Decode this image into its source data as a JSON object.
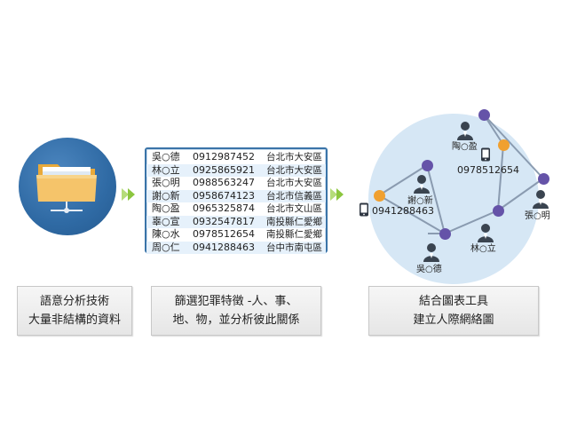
{
  "step1": {
    "line1": "語意分析技術",
    "line2": "大量非結構的資料"
  },
  "step2": {
    "line1": "篩選犯罪特徵 -人、事、",
    "line2": "地、物，並分析彼此關係"
  },
  "step3": {
    "line1": "結合圖表工具",
    "line2": "建立人際網絡圖"
  },
  "table": {
    "rows": [
      {
        "name": "吳○德",
        "phone": "0912987452",
        "addr": "台北市大安區"
      },
      {
        "name": "林○立",
        "phone": "0925865921",
        "addr": "台北市大安區"
      },
      {
        "name": "張○明",
        "phone": "0988563247",
        "addr": "台北市大安區"
      },
      {
        "name": "謝○新",
        "phone": "0958674123",
        "addr": "台北市信義區"
      },
      {
        "name": "陶○盈",
        "phone": "0965325874",
        "addr": "台北市文山區"
      },
      {
        "name": "辜○宣",
        "phone": "0932547817",
        "addr": "南投縣仁愛鄉"
      },
      {
        "name": "陳○水",
        "phone": "0978512654",
        "addr": "南投縣仁愛鄉"
      },
      {
        "name": "周○仁",
        "phone": "0941288463",
        "addr": "台中市南屯區"
      }
    ]
  },
  "network": {
    "people": [
      "陶○盈",
      "謝○新",
      "張○明",
      "林○立",
      "吳○德"
    ],
    "phones": [
      "0978512654",
      "0941288463"
    ]
  },
  "colors": {
    "circle_blue": "#2f6aa4",
    "table_border": "#3a74a8",
    "node_purple": "#6553a8",
    "node_orange": "#f0a030",
    "edge": "#8a9bb0",
    "arrow_green": "#8cc63f"
  },
  "icons": [
    "folder-icon",
    "network-share-icon",
    "arrow-right-icon",
    "person-icon",
    "mobile-phone-icon"
  ]
}
